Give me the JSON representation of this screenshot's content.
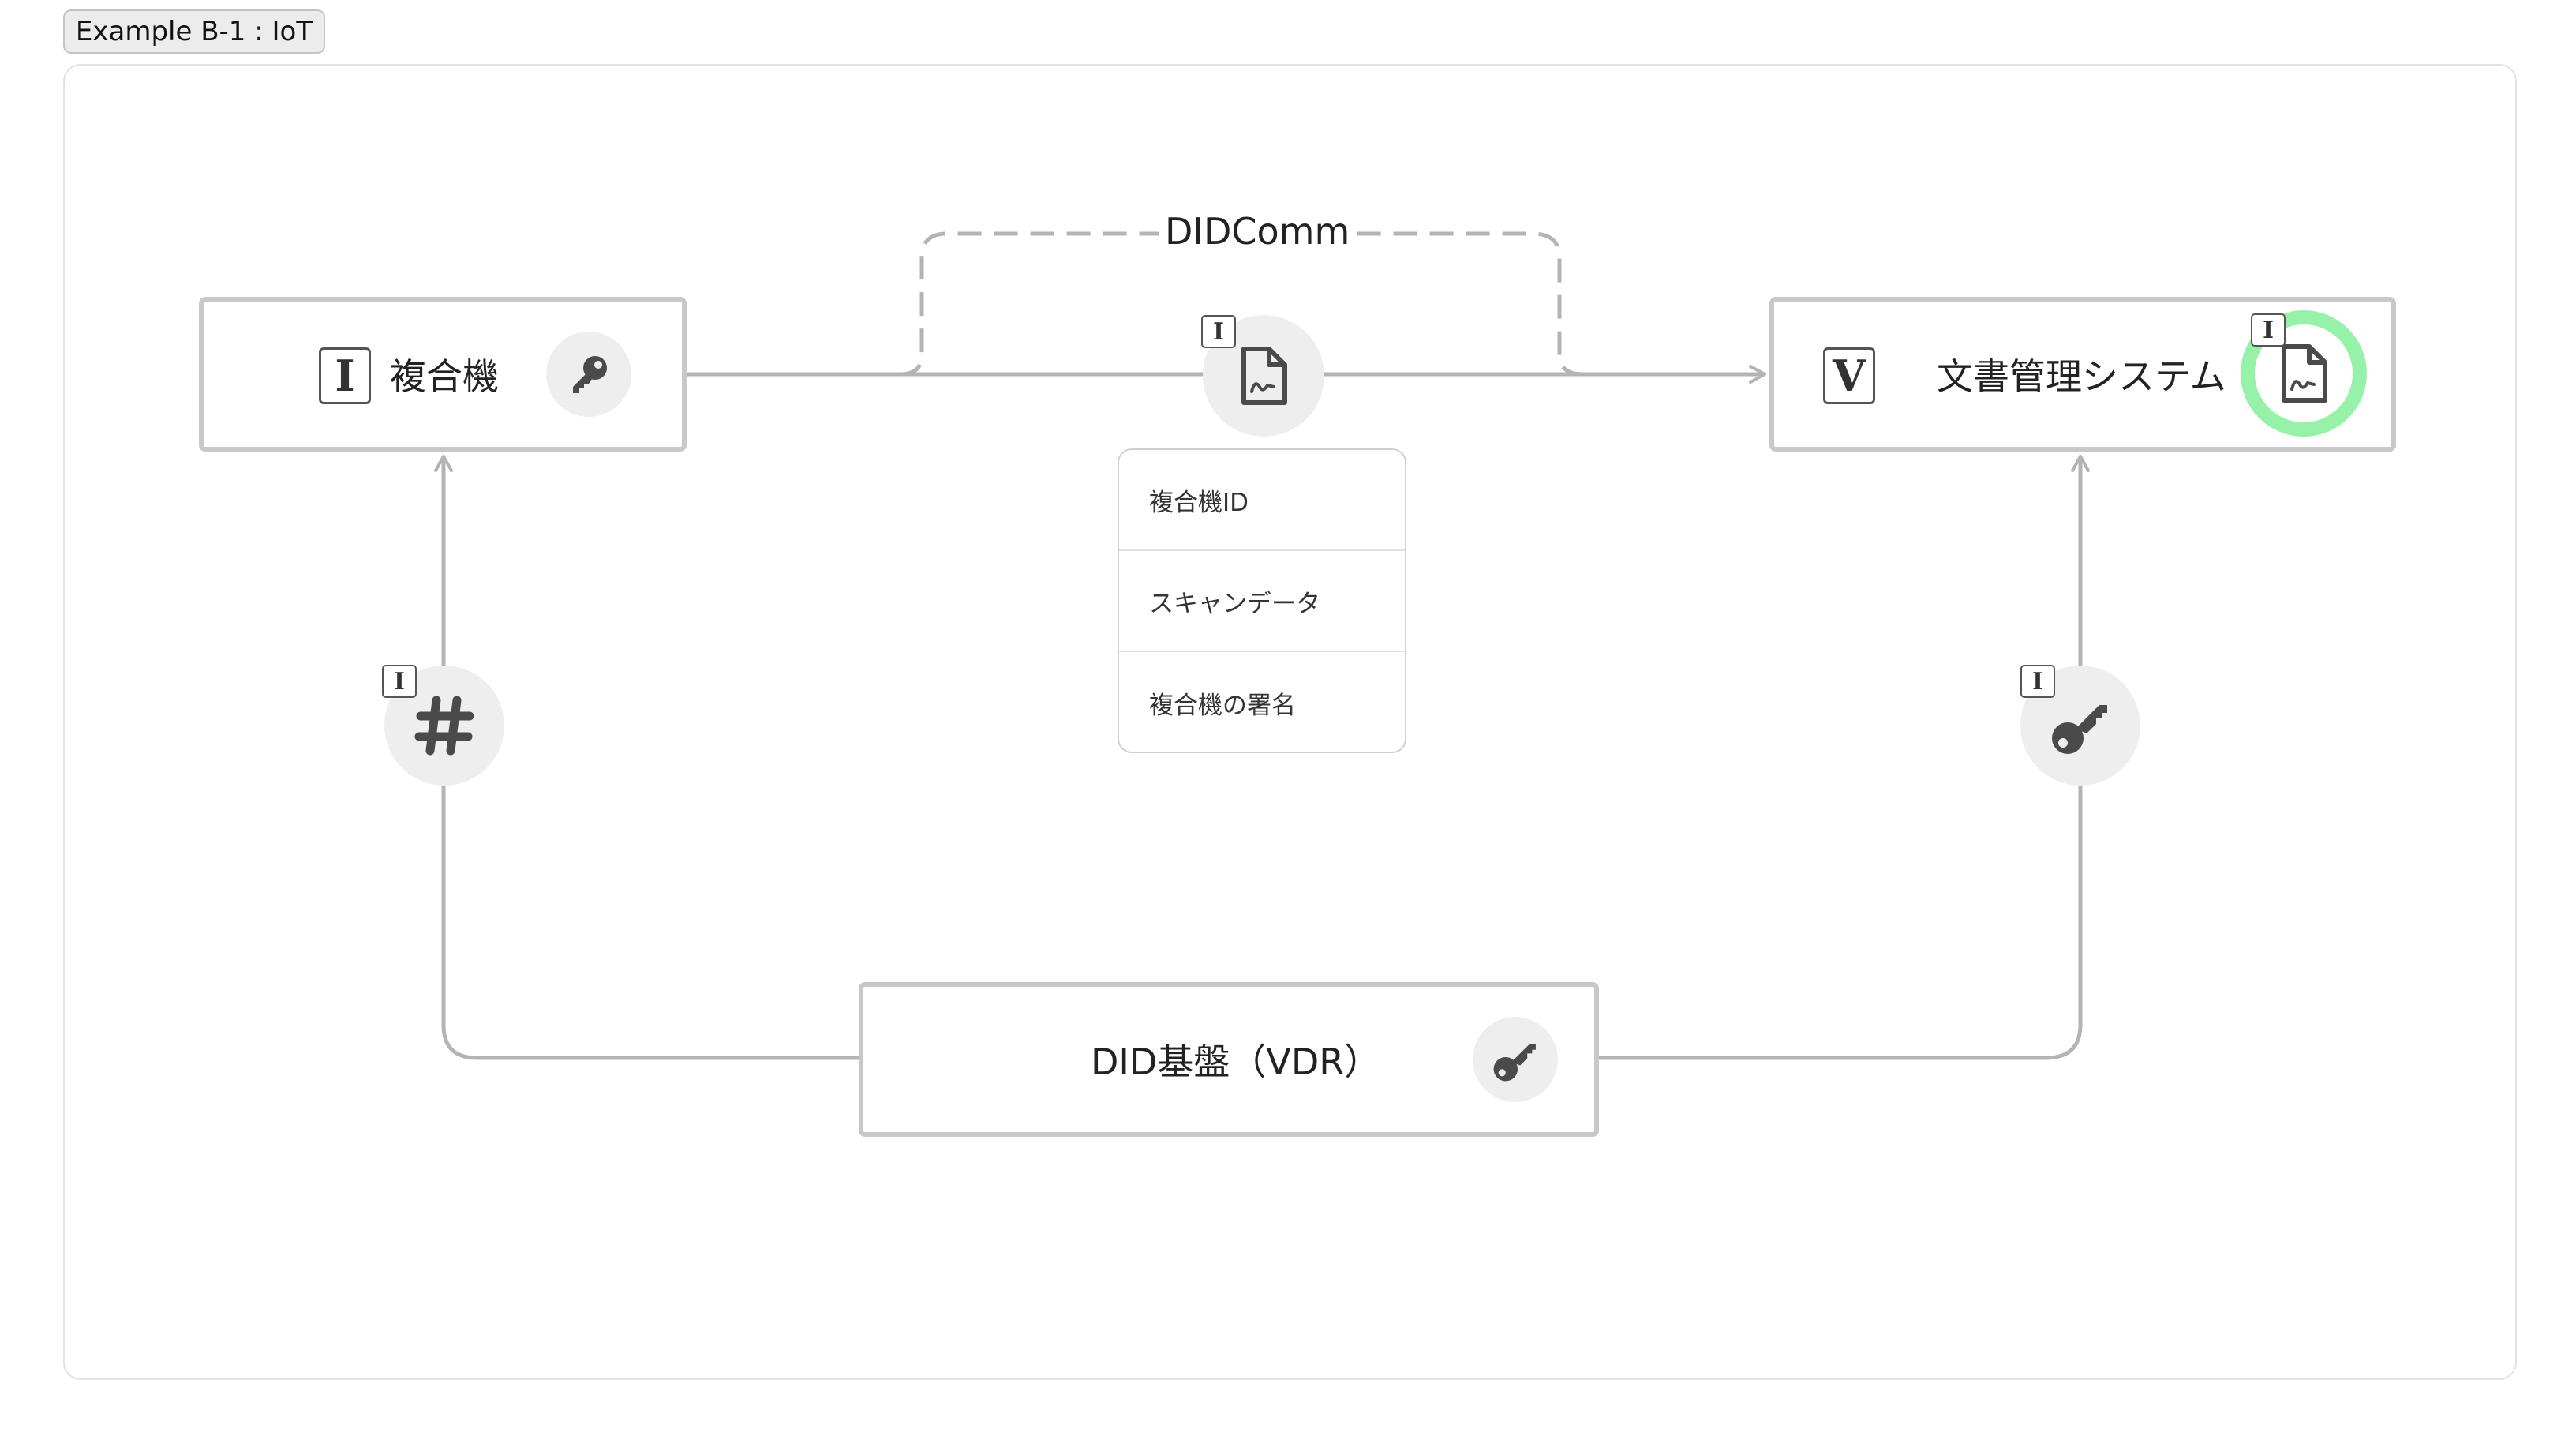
{
  "example_tag": "Example B-1 : IoT",
  "edge_label": "DIDComm",
  "nodes": {
    "issuer": {
      "badge": "I",
      "label": "複合機",
      "icon": "key-icon"
    },
    "verifier": {
      "badge": "V",
      "label": "文書管理システム",
      "icon": "signed-document-icon"
    },
    "registry": {
      "label": "DID基盤（VDR）",
      "icon": "key-icon"
    }
  },
  "credential": {
    "badge": "I",
    "icon": "signed-document-icon"
  },
  "verifier_doc_badge": "I",
  "issuer_link": {
    "badge": "I",
    "icon": "hash-icon"
  },
  "verifier_link": {
    "badge": "I",
    "icon": "key-icon"
  },
  "data_items": [
    "複合機ID",
    "スキャンデータ",
    "複合機の署名"
  ],
  "colors": {
    "border": "#c8c8c8",
    "edge": "#b4b4b4",
    "icon": "#4a4a4a",
    "icon_bg": "#eeeeee",
    "highlight": "#95f2a8"
  }
}
